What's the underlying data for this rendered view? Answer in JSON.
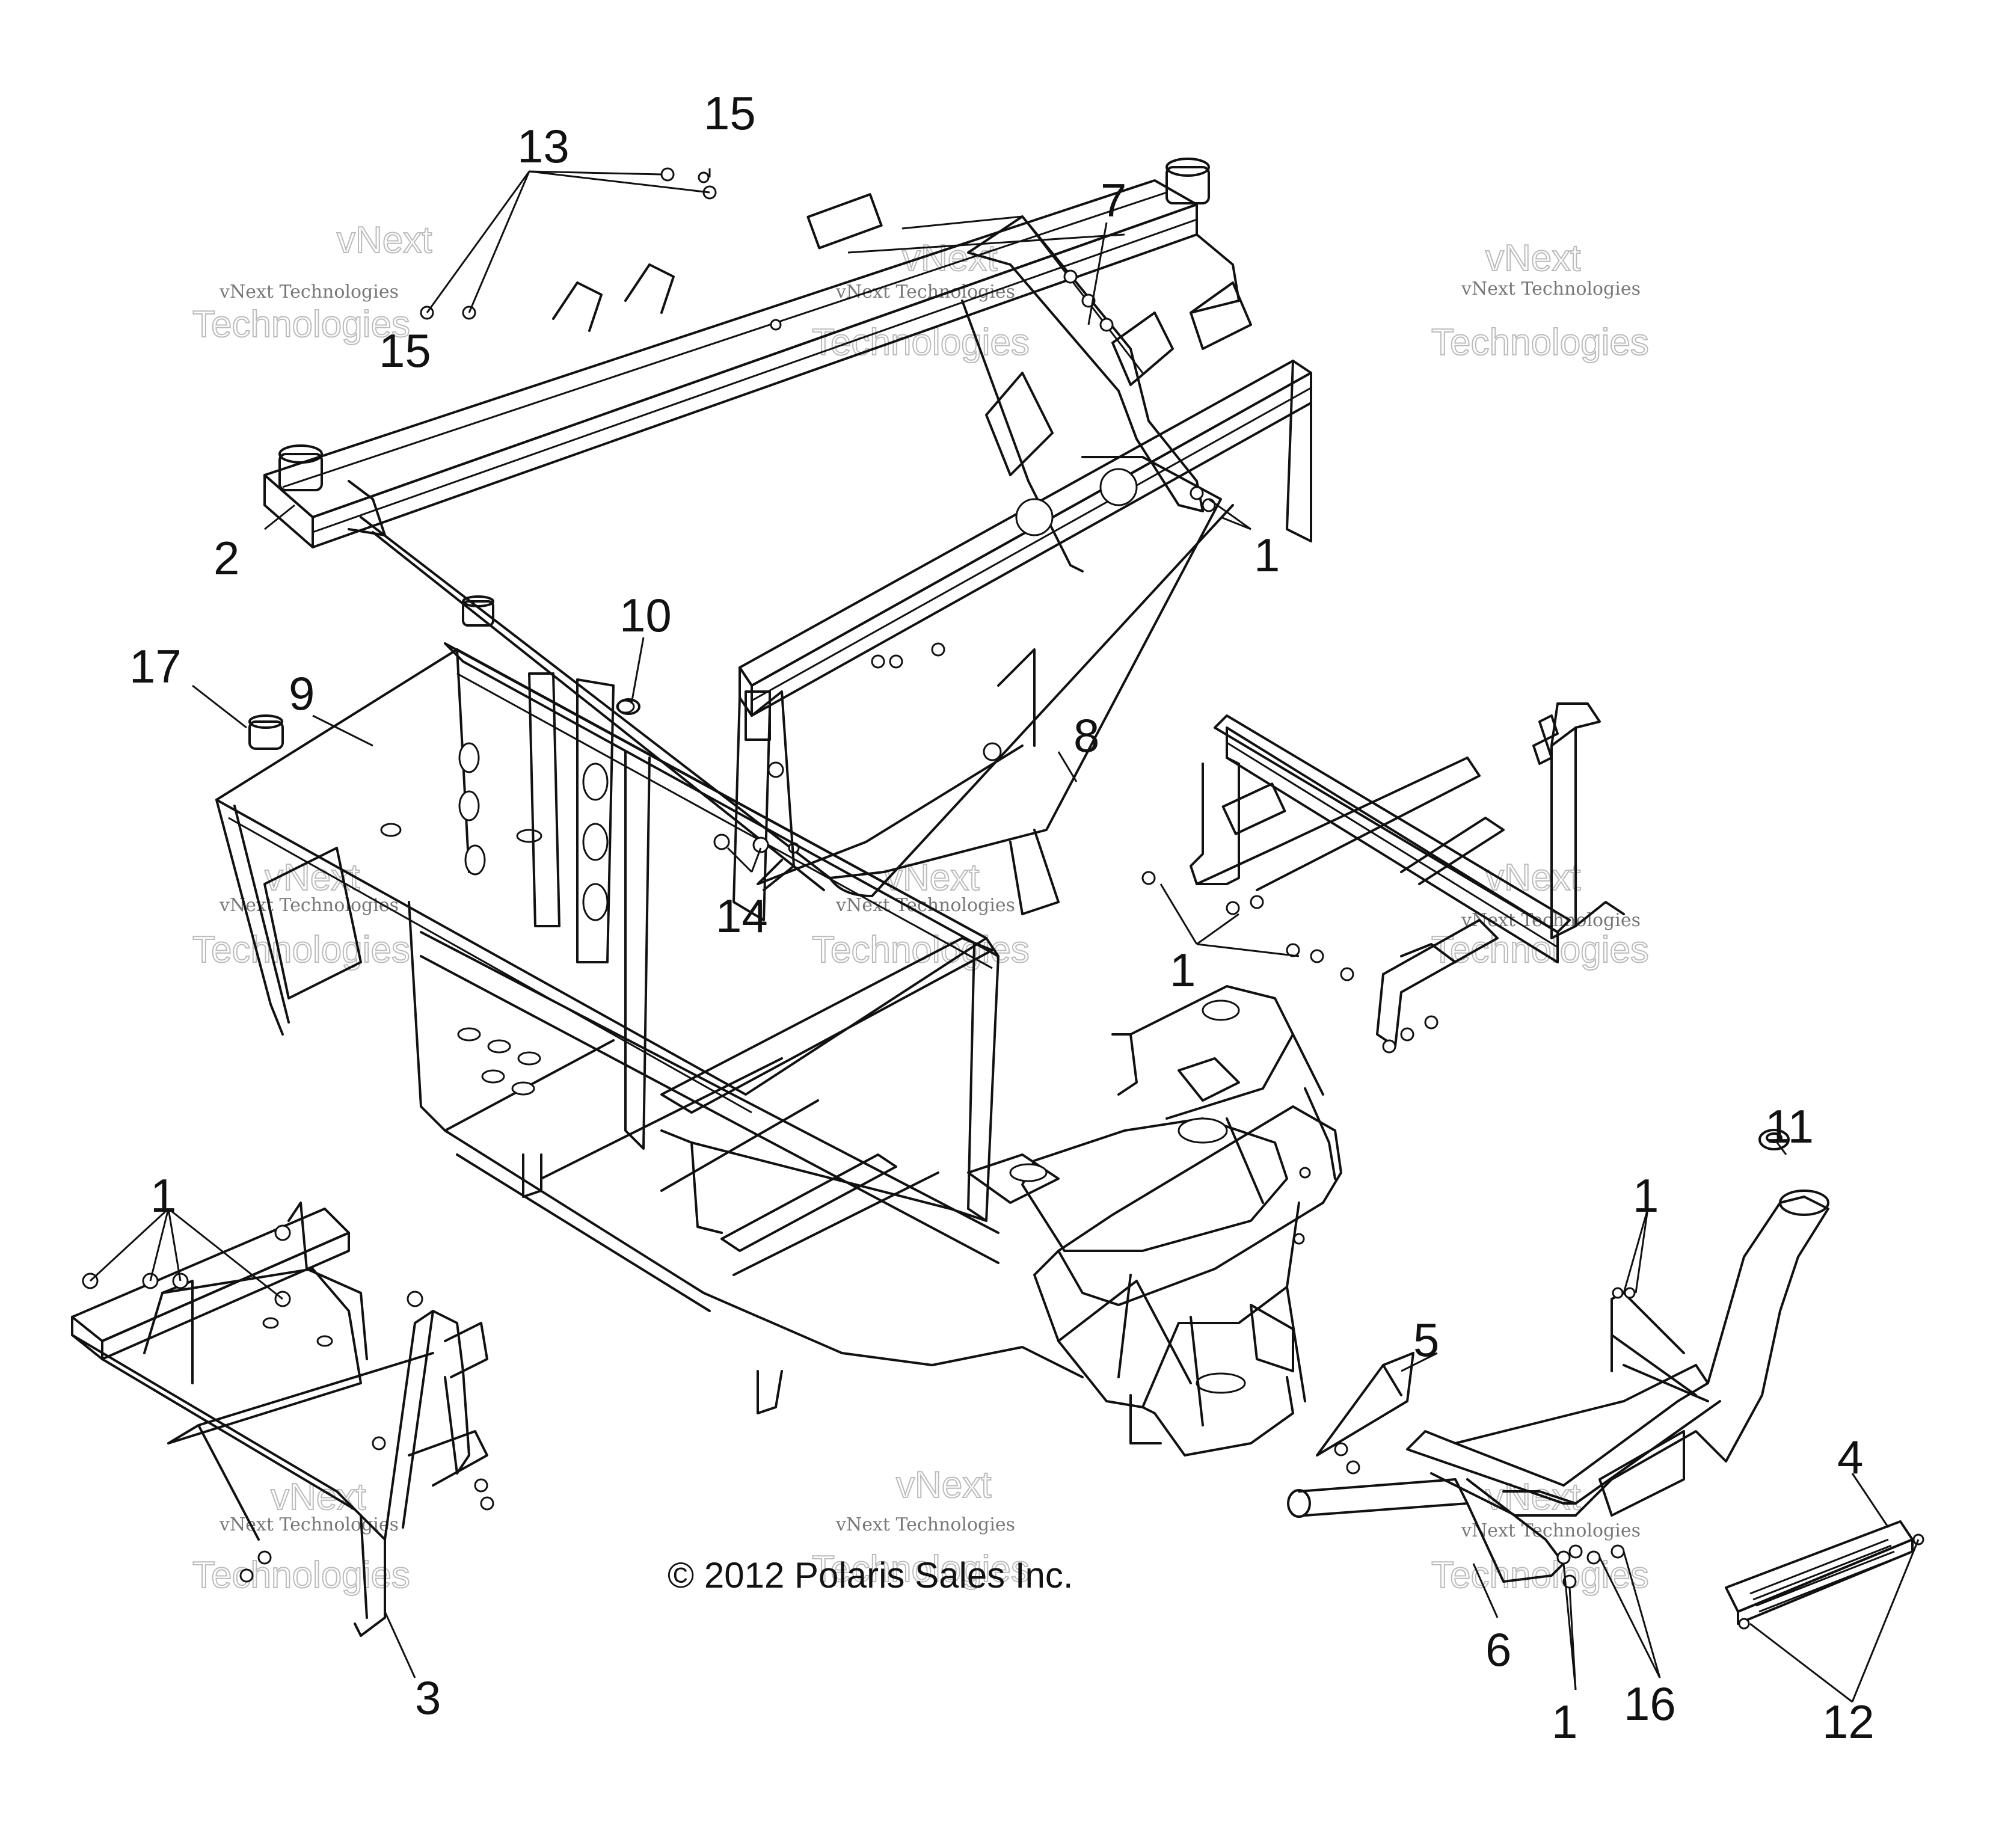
{
  "copyright": "© 2012 Polaris Sales Inc.",
  "watermark": {
    "line1": "vNext Technologies",
    "line2": "vNext",
    "line3": "Technologies"
  },
  "callouts": {
    "c15a": "15",
    "c13": "13",
    "c15b": "15",
    "c7": "7",
    "c2": "2",
    "c1a": "1",
    "c10": "10",
    "c17": "17",
    "c9": "9",
    "c8": "8",
    "c14": "14",
    "c1b": "1",
    "c11": "11",
    "c1c": "1",
    "c1d": "1",
    "c5": "5",
    "c4": "4",
    "c6": "6",
    "c3": "3",
    "c1e": "1",
    "c16": "16",
    "c12": "12"
  }
}
